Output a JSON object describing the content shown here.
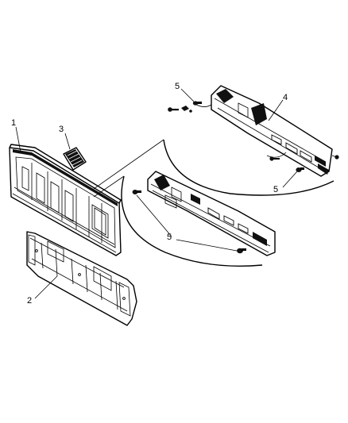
{
  "callouts": {
    "c1": "1",
    "c2": "2",
    "c3": "3",
    "c4": "4",
    "c5a": "5",
    "c5b": "5",
    "c5c": "5"
  },
  "parts": [
    {
      "number": "1",
      "name": "tailgate-panel"
    },
    {
      "number": "2",
      "name": "inner-panel"
    },
    {
      "number": "3",
      "name": "vent-grille"
    },
    {
      "number": "4",
      "name": "tailgate-rear-view"
    },
    {
      "number": "5",
      "name": "plug-fastener"
    }
  ]
}
